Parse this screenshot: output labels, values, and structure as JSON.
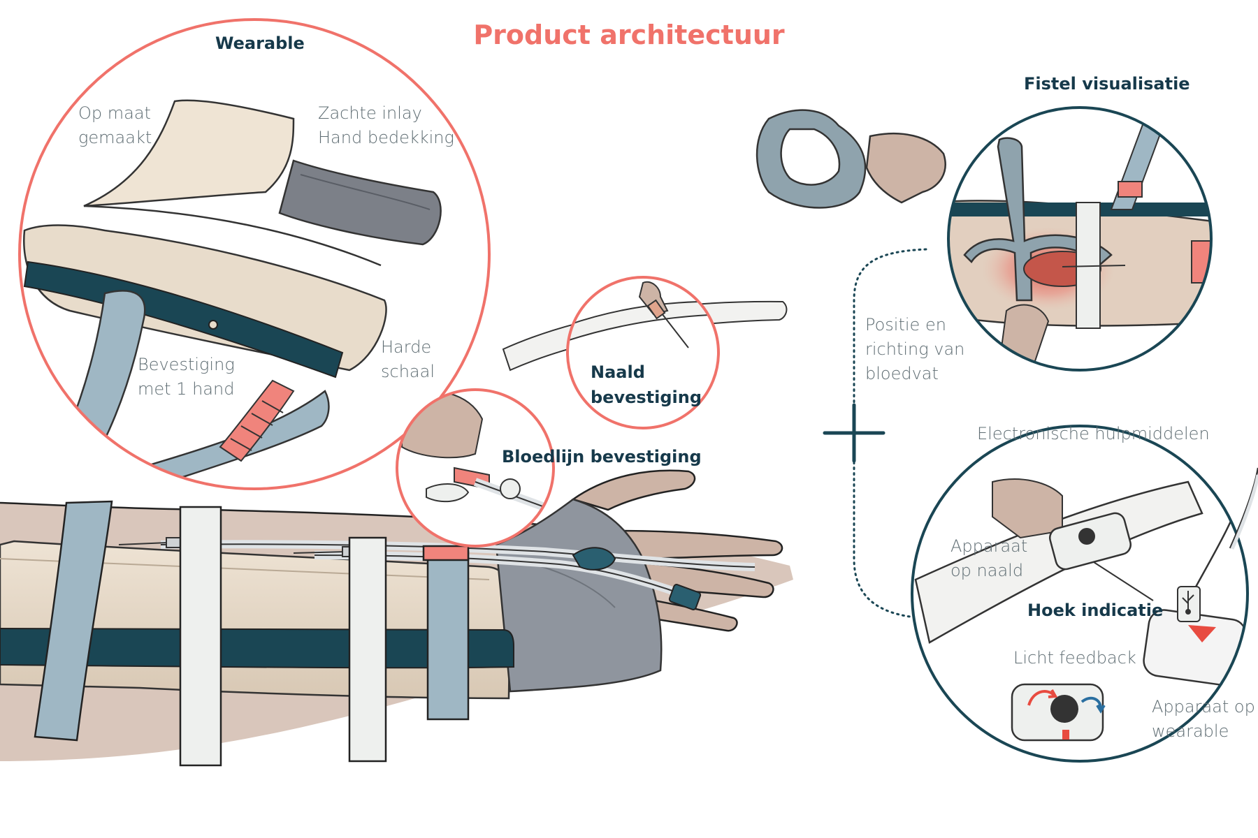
{
  "title": "Product architectuur",
  "colors": {
    "accent": "#f0726a",
    "dark_teal": "#1a4654",
    "heading": "#16394a",
    "label": "#5e6c72",
    "strap_blue": "#9fb7c4",
    "strap_white": "#eef0ee",
    "skin": "#c9b3a6",
    "cast_beige": "#e4d8c8"
  },
  "wearable": {
    "heading": "Wearable",
    "labels": {
      "custom": [
        "Op maat",
        "gemaakt"
      ],
      "inlay": [
        "Zachte inlay",
        "Hand bedekking"
      ],
      "fixation": [
        "Bevestiging",
        "met 1 hand"
      ],
      "shell": [
        "Harde",
        "schaal"
      ]
    }
  },
  "needle": {
    "heading": [
      "Naald",
      "bevestiging"
    ]
  },
  "bloodline": {
    "heading": "Bloedlijn bevestiging"
  },
  "fistula": {
    "heading": "Fistel visualisatie",
    "label": [
      "Positie en",
      "richting van",
      "bloedvat"
    ]
  },
  "electronics": {
    "heading": "Electronische hulpmiddelen",
    "angle_heading": "Hoek indicatie",
    "labels": {
      "device_needle": [
        "Apparaat",
        "op naald"
      ],
      "light_feedback": "Licht feedback",
      "device_wearable": [
        "Apparaat op",
        "wearable"
      ]
    }
  },
  "icons": [
    "usb-icon",
    "plus-icon",
    "arrow-red-icon",
    "arrow-blue-icon"
  ]
}
